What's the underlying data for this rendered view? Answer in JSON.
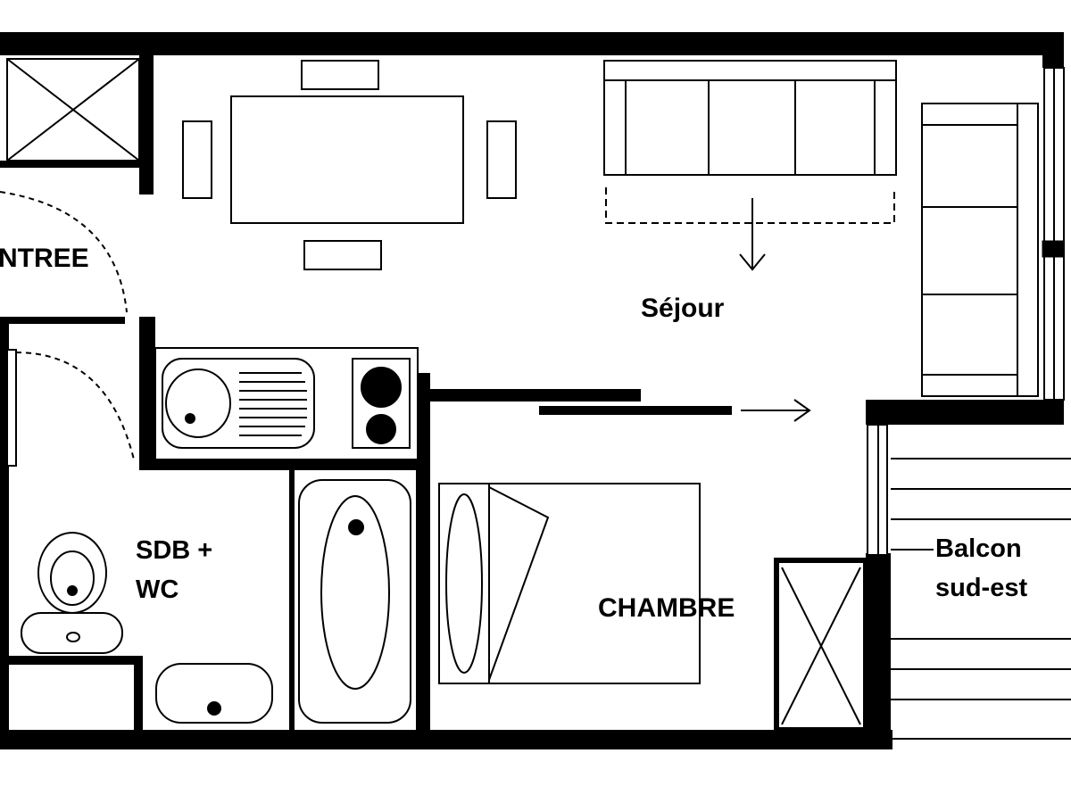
{
  "rooms": {
    "entree": "NTREE",
    "sejour": "Séjour",
    "sdb_line1": "SDB +",
    "sdb_line2": "WC",
    "chambre": "CHAMBRE",
    "balcon_line1": "Balcon",
    "balcon_line2": "sud-est"
  }
}
